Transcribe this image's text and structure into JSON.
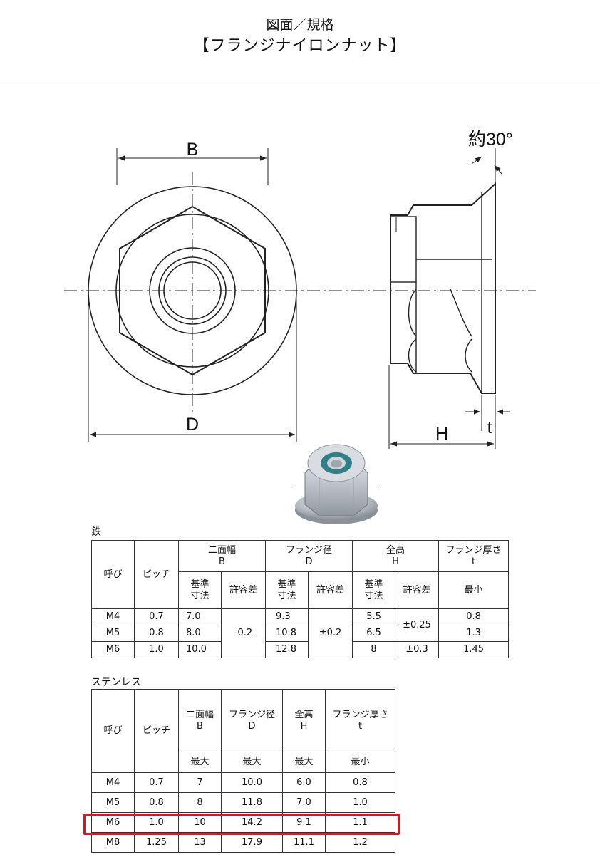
{
  "title": {
    "line1": "図面／規格",
    "line2": "【フランジナイロンナット】"
  },
  "drawing": {
    "label_b": "B",
    "label_d": "D",
    "label_h": "H",
    "label_t": "t",
    "label_angle": "約30°"
  },
  "steel": {
    "caption": "鉄",
    "head": {
      "yobi": "呼び",
      "pitch": "ピッチ",
      "b_name": "二面幅",
      "b_sym": "B",
      "d_name": "フランジ径",
      "d_sym": "D",
      "h_name": "全高",
      "h_sym": "H",
      "t_name": "フランジ厚さ",
      "t_sym": "t",
      "kijun": "基準寸法",
      "kyoyo": "許容差",
      "saisho": "最小"
    },
    "rows": [
      {
        "size": "M4",
        "pitch": "0.7",
        "b": "7.0",
        "d": "9.3",
        "h": "5.5",
        "t": "0.8"
      },
      {
        "size": "M5",
        "pitch": "0.8",
        "b": "8.0",
        "d": "10.8",
        "h": "6.5",
        "t": "1.3"
      },
      {
        "size": "M6",
        "pitch": "1.0",
        "b": "10.0",
        "d": "12.8",
        "h": "8",
        "t": "1.45"
      }
    ],
    "tol_b": "-0.2",
    "tol_d": "±0.2",
    "tol_h45": "±0.25",
    "tol_h6": "±0.3"
  },
  "stainless": {
    "caption": "ステンレス",
    "head": {
      "yobi": "呼び",
      "pitch": "ピッチ",
      "b_name": "二面幅",
      "b_sym": "B",
      "d_name": "フランジ径",
      "d_sym": "D",
      "h_name": "全高",
      "h_sym": "H",
      "t_name": "フランジ厚さ",
      "t_sym": "t",
      "saidai": "最大",
      "saisho": "最小"
    },
    "rows": [
      {
        "size": "M4",
        "pitch": "0.7",
        "b": "7",
        "d": "10.0",
        "h": "6.0",
        "t": "0.8"
      },
      {
        "size": "M5",
        "pitch": "0.8",
        "b": "8",
        "d": "11.8",
        "h": "7.0",
        "t": "1.0"
      },
      {
        "size": "M6",
        "pitch": "1.0",
        "b": "10",
        "d": "14.2",
        "h": "9.1",
        "t": "1.1"
      },
      {
        "size": "M8",
        "pitch": "1.25",
        "b": "13",
        "d": "17.9",
        "h": "11.1",
        "t": "1.2"
      }
    ],
    "highlight_color": "#e0141e"
  }
}
